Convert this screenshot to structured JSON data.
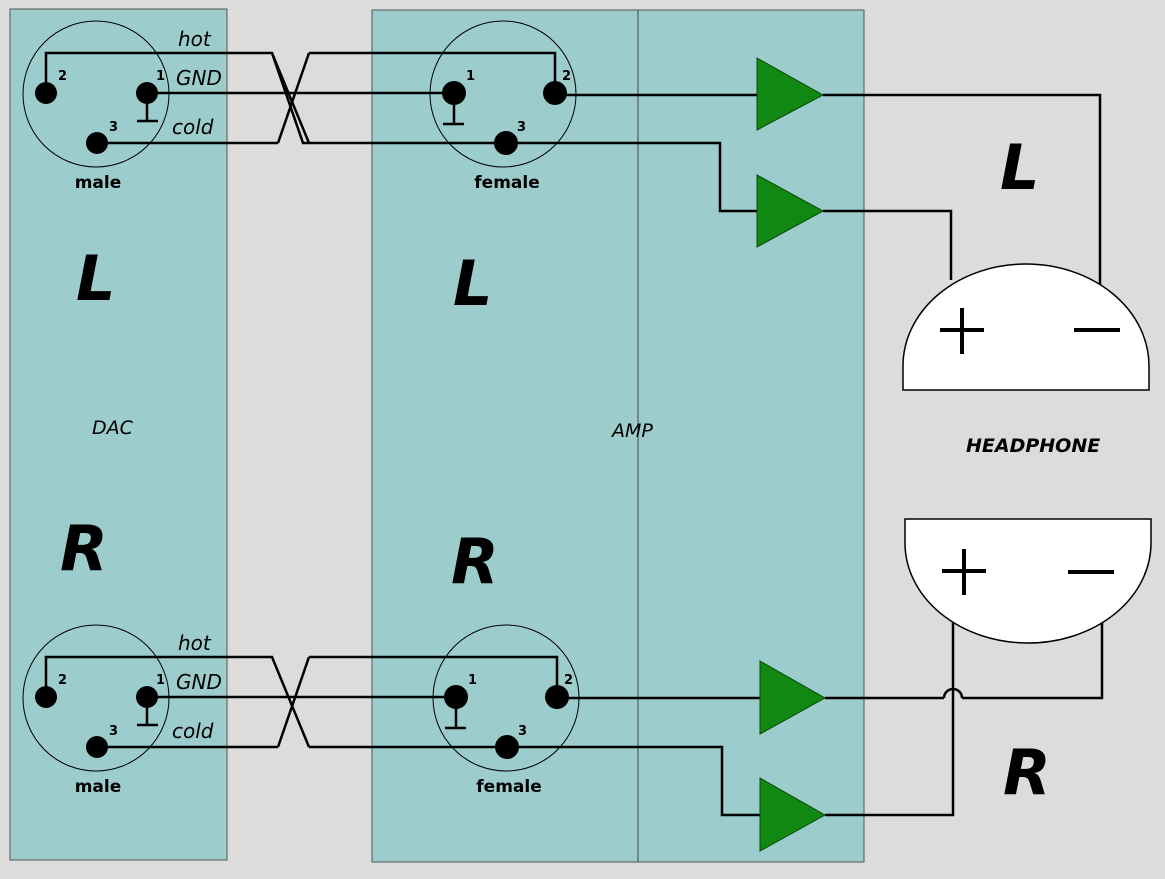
{
  "labels": {
    "hot": "hot",
    "gnd": "GND",
    "cold": "cold",
    "male": "male",
    "female": "female",
    "left": "L",
    "right": "R",
    "dac": "DAC",
    "amp": "AMP",
    "headphone": "HEADPHONE",
    "plus": "+",
    "minus": "−"
  },
  "pins": {
    "p1": "1",
    "p2": "2",
    "p3": "3"
  },
  "colors": {
    "background": "#dcdcdc",
    "panel": "#9ccccc",
    "amplifier": "#118811",
    "line": "#000000",
    "cup": "#ffffff"
  }
}
